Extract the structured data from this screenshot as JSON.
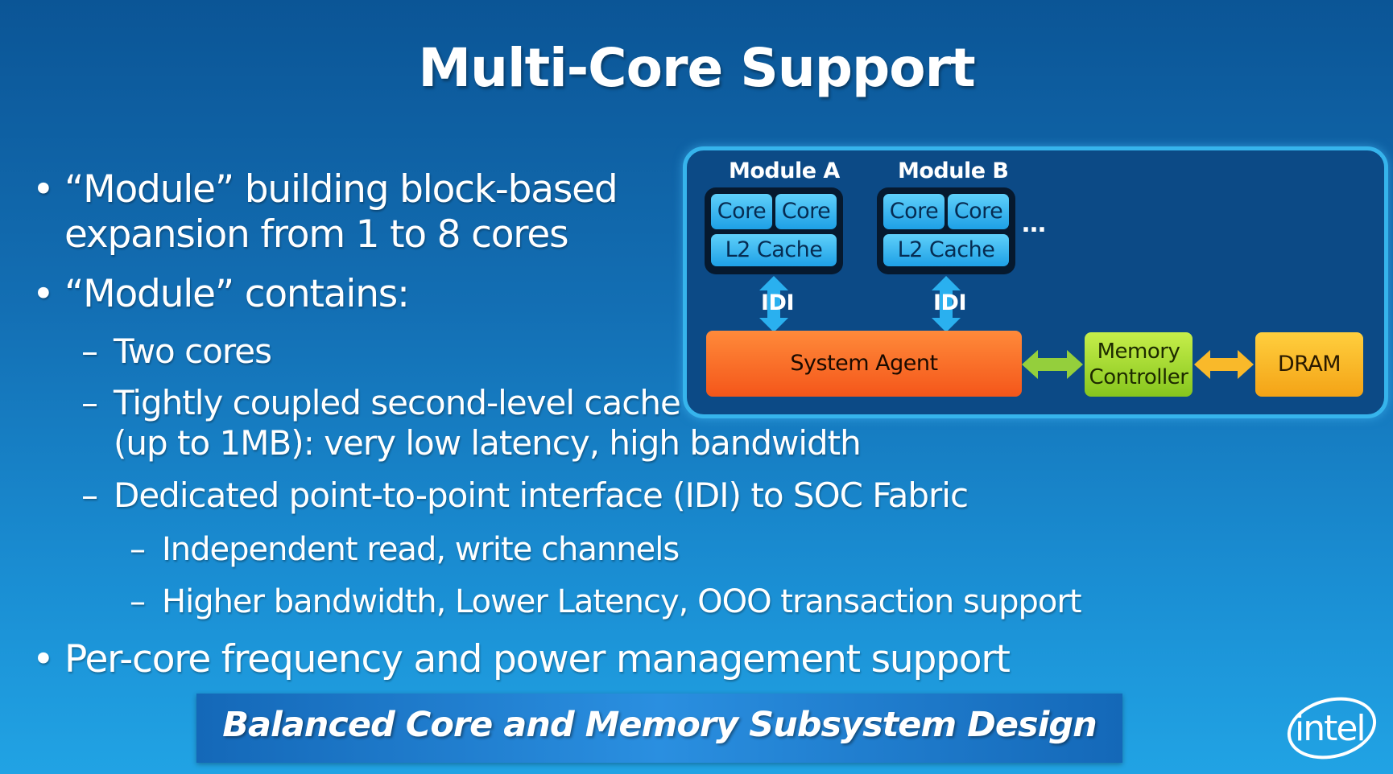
{
  "title": "Multi-Core Support",
  "bullets": {
    "b1_line1": "“Module” building block-based",
    "b1_line2": "expansion from 1 to 8 cores",
    "b2": "“Module” contains:",
    "b2_sub1": "Two cores",
    "b2_sub2_line1": "Tightly coupled second-level cache",
    "b2_sub2_line2": "(up to 1MB): very low latency, high bandwidth",
    "b2_sub3": "Dedicated point-to-point interface (IDI) to SOC Fabric",
    "b2_sub3_sub1": "Independent read, write channels",
    "b2_sub3_sub2": "Higher bandwidth, Lower Latency, OOO transaction support",
    "b3": "Per-core frequency and power management support"
  },
  "diagram": {
    "module_a_label": "Module A",
    "module_b_label": "Module B",
    "core_label": "Core",
    "l2_label": "L2 Cache",
    "idi_label": "IDI",
    "ellipsis": "…",
    "system_agent": "System Agent",
    "memory_controller_line1": "Memory",
    "memory_controller_line2": "Controller",
    "dram": "DRAM",
    "colors": {
      "core": "#3cc0f5",
      "system_agent": "#f8681f",
      "memory_controller": "#a6dc32",
      "dram": "#f9b92a"
    }
  },
  "banner": "Balanced Core and Memory Subsystem Design",
  "logo": "intel"
}
